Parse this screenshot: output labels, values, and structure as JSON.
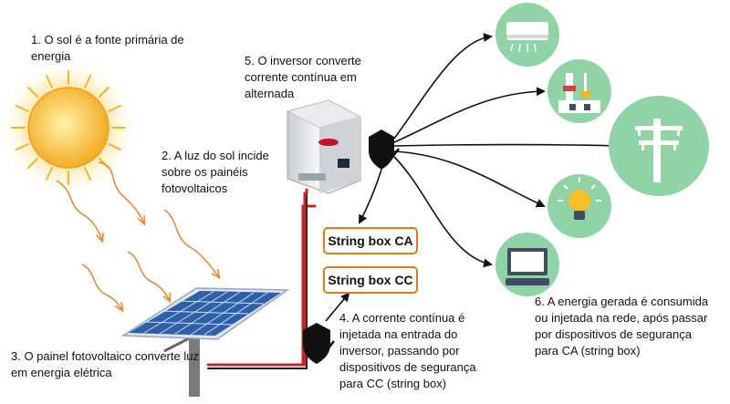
{
  "labels": {
    "step1": "1. O sol é a fonte primária de energia",
    "step2": "2. A luz do sol incide sobre os painéis fotovoltaicos",
    "step3": "3. O painel fotovoltaico converte luz em energia elétrica",
    "step4": "4. A corrente contínua é injetada na entrada do inversor, passando por dispositivos de segurança para CC (string box)",
    "step5": "5. O inversor converte corrente contínua em alternada",
    "step6": "6. A energia gerada é consumida ou injetada na rede, após passar por dispositivos de segurança para CA (string box)"
  },
  "string_boxes": {
    "ca": "String box CA",
    "cc": "String box CC"
  },
  "consumers": [
    "air-conditioner",
    "industry",
    "power-grid",
    "light-bulb",
    "computer"
  ],
  "colors": {
    "circle": "#8fd3a6",
    "sun": "#f6b81e",
    "wire_red": "#c0282a",
    "box_border": "#e07a22",
    "light_ray": "#e38a3c",
    "panel_blue": "#2f5fa8"
  }
}
